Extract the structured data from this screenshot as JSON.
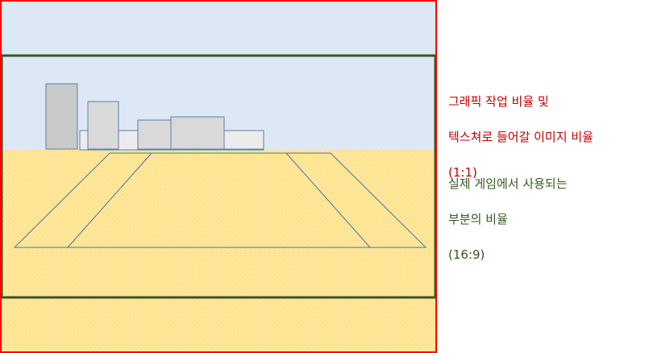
{
  "colors": {
    "texture_frame": "#ff0000",
    "game_frame": "#385723",
    "sky": "#dde8f5",
    "sand": "#ffe699",
    "building_dark": "#c9c9c9",
    "building_light": "#d9d9d9",
    "building_lightest": "#ececec",
    "building_outline": "#5b7fa8",
    "road_outline": "#4a73a8"
  },
  "captions": {
    "texture_ratio": {
      "line1": "그래픽 작업 비율 및",
      "line2": "텍스쳐로 들어갈 이미지 비율",
      "line3": "(1:1)"
    },
    "game_ratio": {
      "line1": "실제 게임에서 사용되는",
      "line2": "부분의 비율",
      "line3": "(16:9)"
    }
  }
}
